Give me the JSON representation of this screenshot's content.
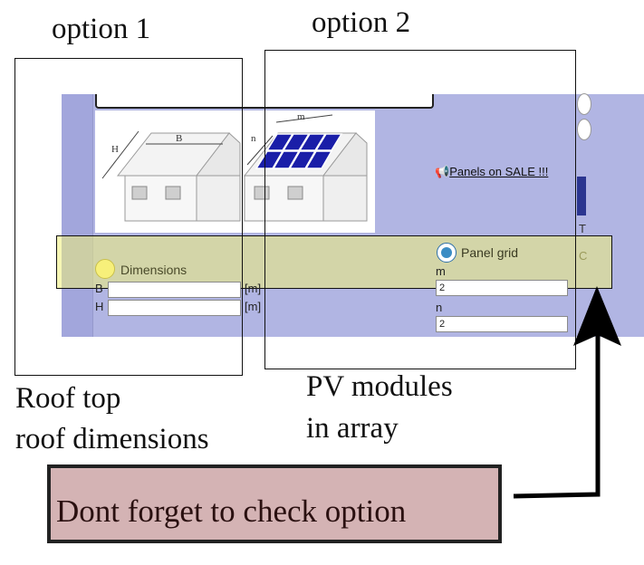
{
  "captions": {
    "option1": "option 1",
    "option2": "option 2",
    "roof_top": "Roof top",
    "roof_dimensions": "roof dimensions",
    "pv_modules": "PV modules",
    "in_array": "in array"
  },
  "note": "Dont forget to check option",
  "form": {
    "sale_link": "Panels on SALE !!!",
    "sale_icon": "megaphone-icon",
    "dimensions_label": "Dimensions",
    "panel_grid_label": "Panel grid",
    "panel_grid_selected": true,
    "B_label": "B",
    "H_label": "H",
    "unit_m": "[m]",
    "m_label": "m",
    "n_label": "n",
    "m_value": "2",
    "n_value": "2",
    "B_value": "",
    "H_value": ""
  },
  "diagram": {
    "label_H": "H",
    "label_B": "B",
    "label_n": "n",
    "label_m": "m"
  },
  "right_edge": {
    "letter_t": "T",
    "letter_c": "C"
  },
  "colors": {
    "panel_bg": "#b1b5e3",
    "highlight": "#eeee78",
    "note_bg": "#d4b3b4",
    "solar_panel": "#1a1ea8",
    "radio_selected": "#3b8cc4"
  }
}
